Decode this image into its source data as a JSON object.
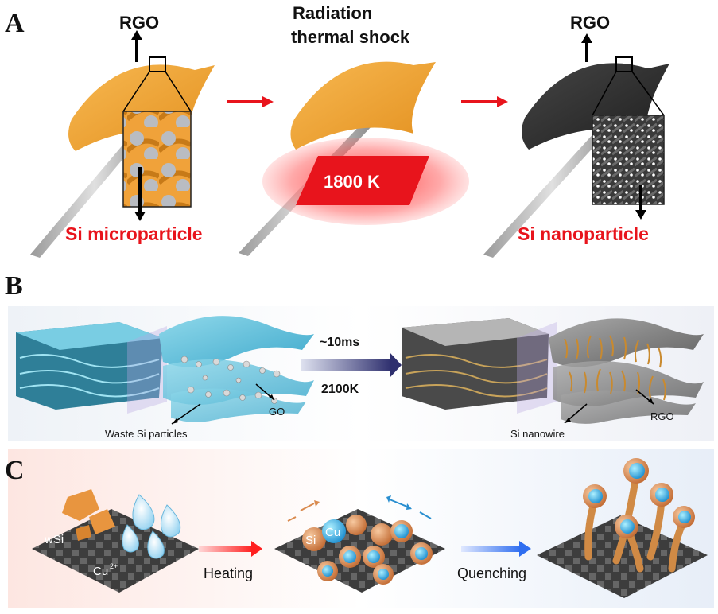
{
  "panels": {
    "a": {
      "letter": "A",
      "left": {
        "top_label": "RGO",
        "bottom_label": "Si microparticle"
      },
      "middle": {
        "title_line1": "Radiation",
        "title_line2": "thermal shock",
        "temperature": "1800 K"
      },
      "right": {
        "top_label": "RGO",
        "bottom_label": "Si nanoparticle"
      }
    },
    "b": {
      "letter": "B",
      "arrow_top": "~10ms",
      "arrow_bottom": "2100K",
      "left_label_1": "GO",
      "left_label_2": "Waste Si particles",
      "right_label_1": "RGO",
      "right_label_2": "Si nanowire"
    },
    "c": {
      "letter": "C",
      "wsi": "wSi",
      "cu_ion": "Cu",
      "cu_charge": "2+",
      "heating": "Heating",
      "si": "Si",
      "cu": "Cu",
      "quenching": "Quenching"
    }
  },
  "colors": {
    "accent_red": "#e8141c",
    "orange_sheet": "#f2a33a",
    "dark_sheet": "#2e2e2e",
    "blue_sheet": "#5fc0dc",
    "arrow_navy": "#3c3f78",
    "copper": "#d98a4e",
    "cu_blue": "#2aa5e0"
  }
}
